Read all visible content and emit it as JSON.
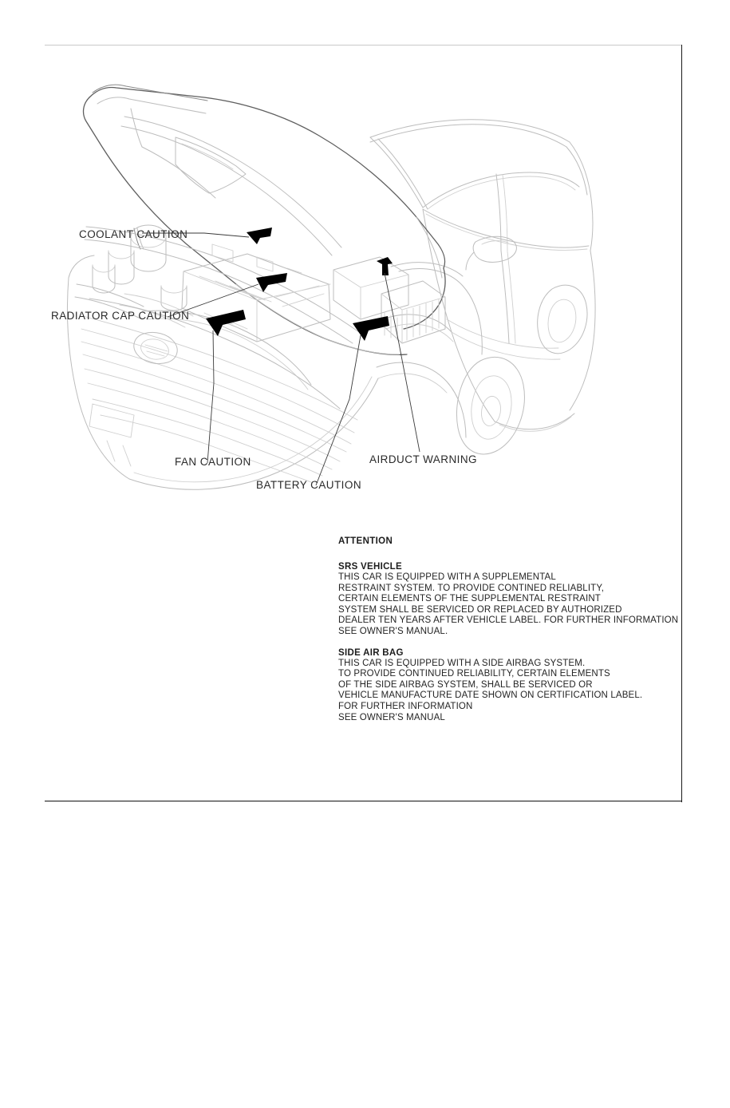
{
  "document": {
    "type": "service-manual-page",
    "illustration_title": "engine-compartment-warning-labels"
  },
  "callouts": [
    {
      "id": "coolant",
      "label": "COOLANT CAUTION"
    },
    {
      "id": "radiator-cap",
      "label": "RADIATOR CAP CAUTION"
    },
    {
      "id": "fan",
      "label": "FAN CAUTION"
    },
    {
      "id": "battery",
      "label": "BATTERY CAUTION"
    },
    {
      "id": "airduct",
      "label": "AIRDUCT WARNING"
    }
  ],
  "attention": {
    "heading": "ATTENTION",
    "sections": [
      {
        "title": "SRS VEHICLE",
        "lines": [
          "THIS CAR IS EQUIPPED WITH A SUPPLEMENTAL",
          "RESTRAINT SYSTEM. TO PROVIDE CONTINED RELIABLITY,",
          "CERTAIN ELEMENTS OF THE SUPPLEMENTAL RESTRAINT",
          "SYSTEM SHALL BE SERVICED OR REPLACED BY AUTHORIZED",
          "DEALER TEN YEARS AFTER VEHICLE LABEL. FOR FURTHER INFORMATION",
          "SEE OWNER'S MANUAL."
        ]
      },
      {
        "title": "SIDE AIR BAG",
        "lines": [
          "THIS CAR IS EQUIPPED WITH A SIDE AIRBAG SYSTEM.",
          "TO PROVIDE CONTINUED RELIABILITY, CERTAIN ELEMENTS",
          "OF THE SIDE AIRBAG SYSTEM, SHALL BE SERVICED OR",
          "VEHICLE MANUFACTURE DATE SHOWN ON CERTIFICATION LABEL.",
          "FOR FURTHER INFORMATION",
          "SEE OWNER'S MANUAL"
        ]
      }
    ]
  },
  "colors": {
    "body_line": "#b9b9b9",
    "outline_line": "#5a5a5a",
    "marker": "#000000",
    "leader": "#3a3a3a",
    "text": "#1c1c1c",
    "frame_dark": "#111111",
    "frame_light": "#c9c9c9"
  }
}
